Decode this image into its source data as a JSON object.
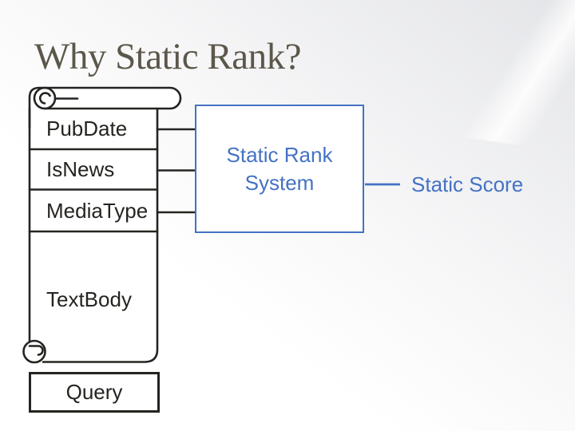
{
  "slide": {
    "title": "Why Static Rank?"
  },
  "document_scroll": {
    "shape": "paper-scroll",
    "fields": [
      {
        "label": "PubDate"
      },
      {
        "label": "IsNews"
      },
      {
        "label": "MediaType"
      },
      {
        "label": "TextBody"
      }
    ]
  },
  "system_box": {
    "label": "Static Rank System"
  },
  "output": {
    "label": "Static Score"
  },
  "query_box": {
    "label": "Query"
  },
  "colors": {
    "accent_blue": "#4472C4",
    "ink": "#262420",
    "title_text": "#5C574B"
  }
}
